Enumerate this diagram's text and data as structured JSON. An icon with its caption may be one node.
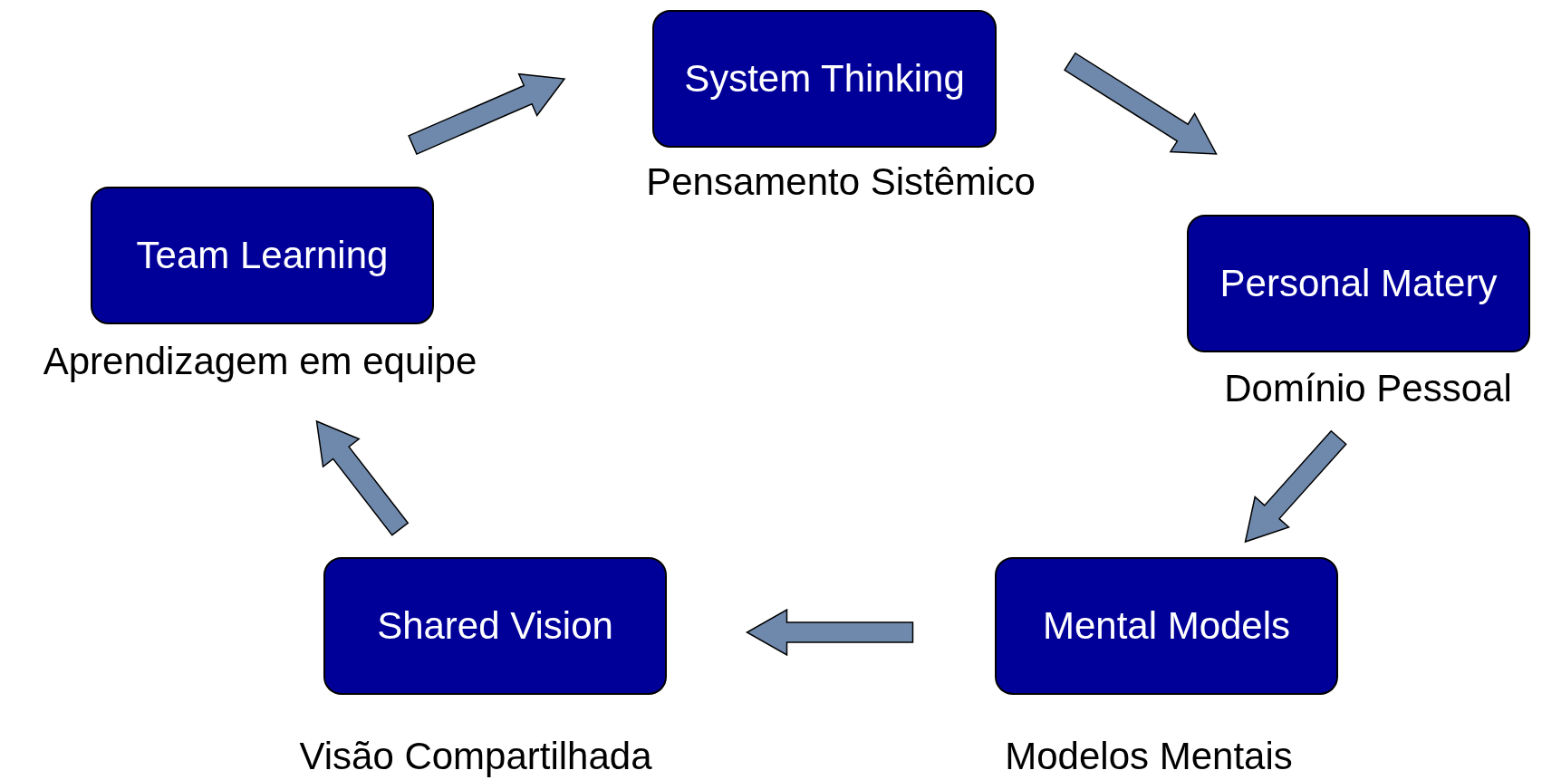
{
  "diagram": {
    "nodes": [
      {
        "text": [
          "System Thinking"
        ],
        "beside": [
          "Pensamento Sistêmico"
        ]
      },
      {
        "text": [
          "Personal Matery"
        ],
        "beside": [
          "Domínio Pessoal"
        ]
      },
      {
        "text": [
          "Mental Models"
        ],
        "beside": [
          "Modelos Mentais"
        ]
      },
      {
        "text": [
          "Shared Vision"
        ],
        "beside": [
          "Visão Compartilhada"
        ]
      },
      {
        "text": [
          "Team Learning"
        ],
        "beside": [
          "Aprendizagem em equipe"
        ]
      }
    ],
    "edges": [
      {
        "from": 0,
        "to": 1,
        "arrow": "to",
        "style": "thick"
      },
      {
        "from": 1,
        "to": 2,
        "arrow": "to",
        "style": "thick"
      },
      {
        "from": 2,
        "to": 3,
        "arrow": "to",
        "style": "thick"
      },
      {
        "from": 3,
        "to": 4,
        "arrow": "to",
        "style": "thick"
      },
      {
        "from": 4,
        "to": 0,
        "arrow": "to",
        "style": "thick"
      }
    ]
  }
}
